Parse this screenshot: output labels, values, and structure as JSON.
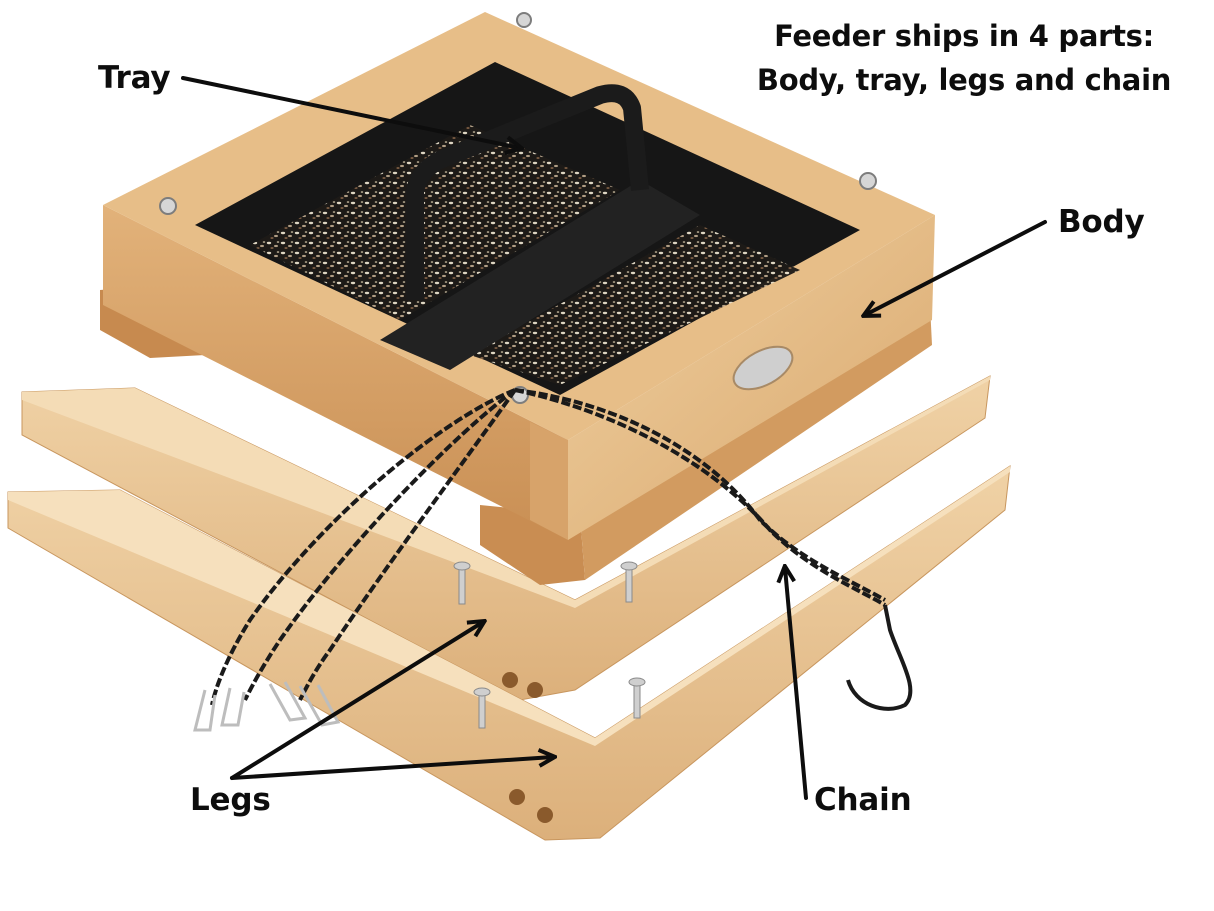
{
  "headline": {
    "line1": "Feeder ships in 4 parts:",
    "line2": "Body, tray, legs and chain"
  },
  "callouts": {
    "tray": "Tray",
    "body": "Body",
    "legs": "Legs",
    "chain": "Chain"
  },
  "product": {
    "name": "platform bird feeder",
    "parts": [
      "Body",
      "Tray",
      "Legs",
      "Chain"
    ],
    "badge_icon": "brand-logo-plate"
  },
  "colors": {
    "wood_light": "#e9c393",
    "wood_mid": "#d8a46b",
    "wood_dark": "#b9834c",
    "tray_black": "#151515",
    "chain_black": "#1a1a1a",
    "text": "#0d0d0d",
    "background": "#ffffff"
  }
}
